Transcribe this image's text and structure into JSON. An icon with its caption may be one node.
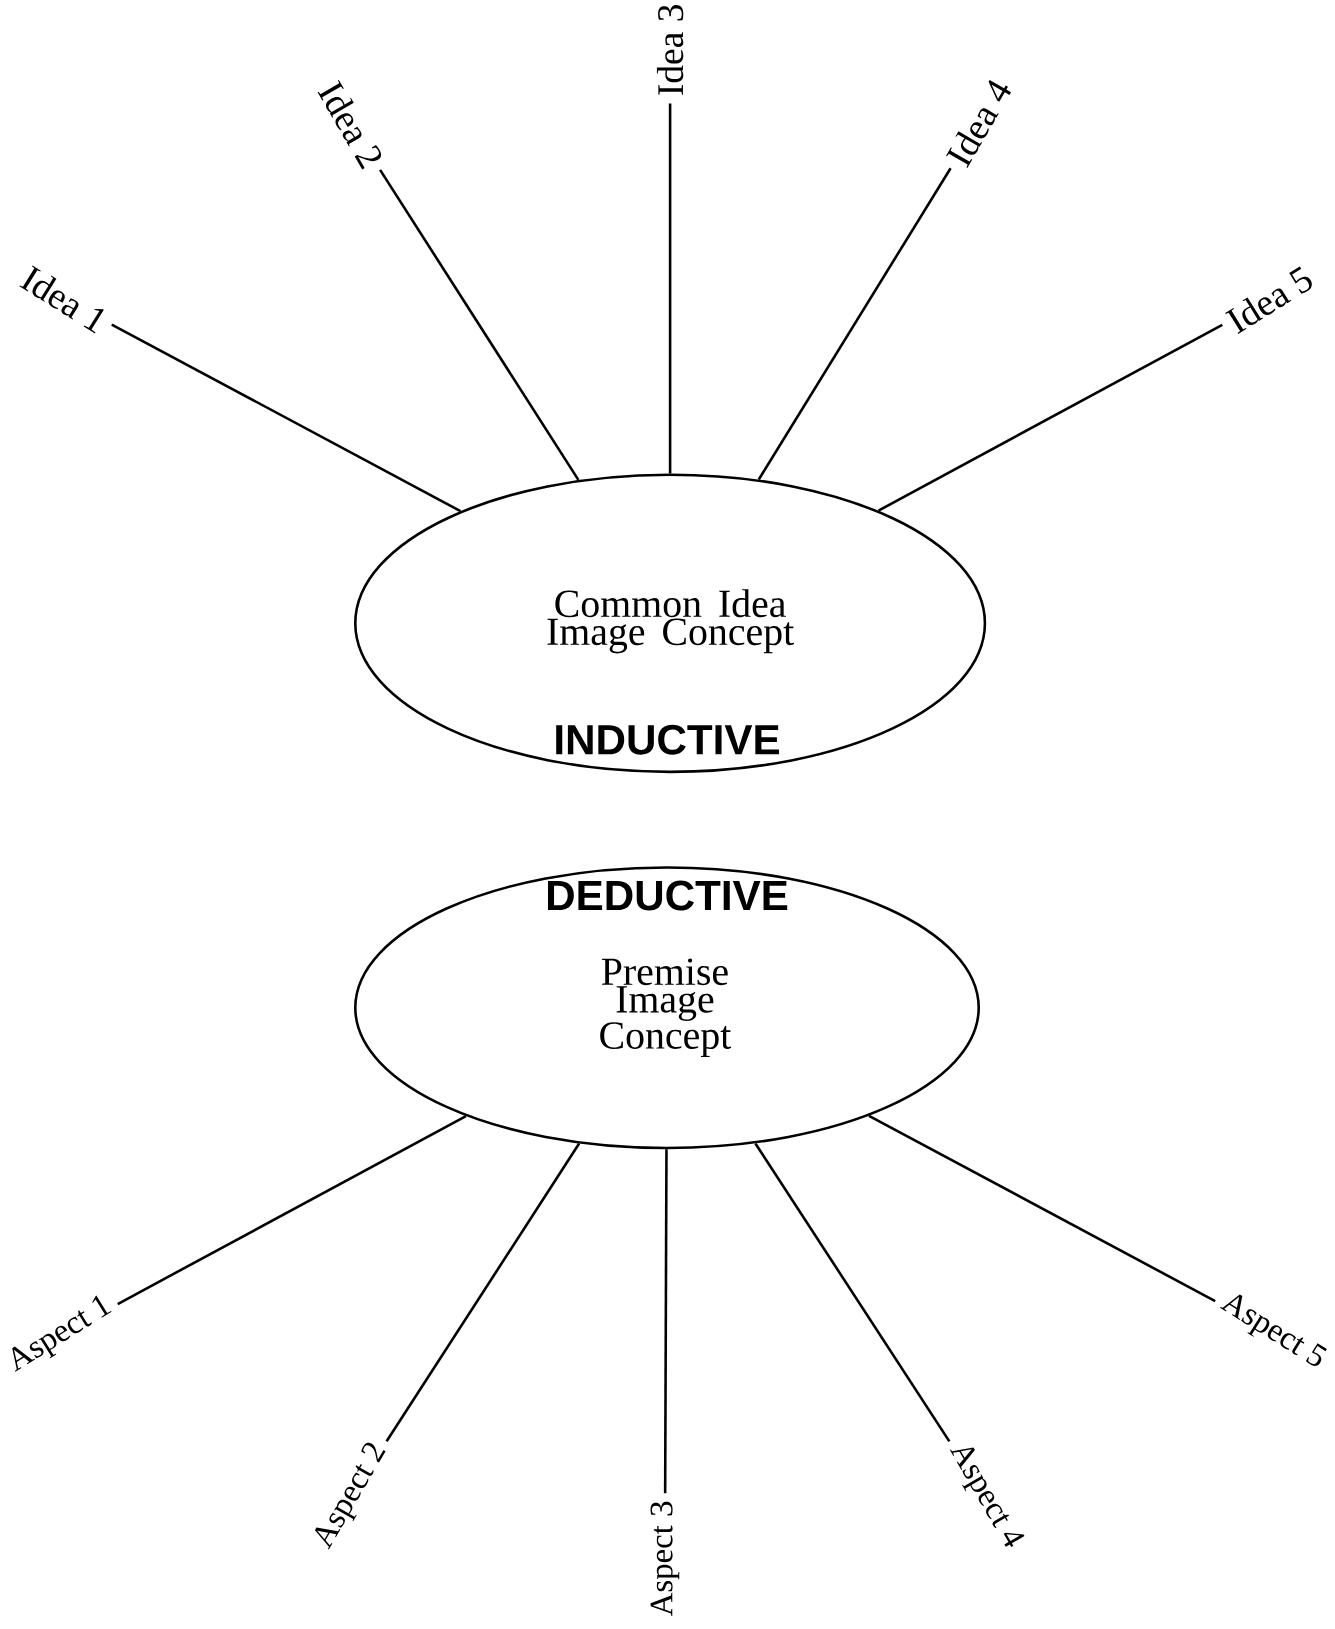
{
  "diagram": {
    "nodes": [
      {
        "text": [
          "Common Idea Image Concept",
          "INDUCTIVE"
        ]
      },
      {
        "text": [
          "Idea 1"
        ]
      },
      {
        "text": [
          "Idea 2"
        ]
      },
      {
        "text": [
          "Idea 3"
        ]
      },
      {
        "text": [
          "Idea 4"
        ]
      },
      {
        "text": [
          "Idea 5"
        ]
      },
      {
        "text": [
          "DEDUCTIVE",
          "Premise Image Concept"
        ]
      },
      {
        "text": [
          "Aspect 1"
        ]
      },
      {
        "text": [
          "Aspect 2"
        ]
      },
      {
        "text": [
          "Aspect 3"
        ]
      },
      {
        "text": [
          "Aspect 4"
        ]
      },
      {
        "text": [
          "Aspect 5"
        ]
      }
    ],
    "edges": [
      {
        "from": 0,
        "to": 1,
        "arrow": "none"
      },
      {
        "from": 0,
        "to": 2,
        "arrow": "none"
      },
      {
        "from": 0,
        "to": 3,
        "arrow": "none"
      },
      {
        "from": 0,
        "to": 4,
        "arrow": "none"
      },
      {
        "from": 0,
        "to": 5,
        "arrow": "none"
      },
      {
        "from": 6,
        "to": 7,
        "arrow": "none"
      },
      {
        "from": 6,
        "to": 8,
        "arrow": "none"
      },
      {
        "from": 6,
        "to": 9,
        "arrow": "none"
      },
      {
        "from": 6,
        "to": 10,
        "arrow": "none"
      },
      {
        "from": 6,
        "to": 11,
        "arrow": "none"
      }
    ]
  }
}
